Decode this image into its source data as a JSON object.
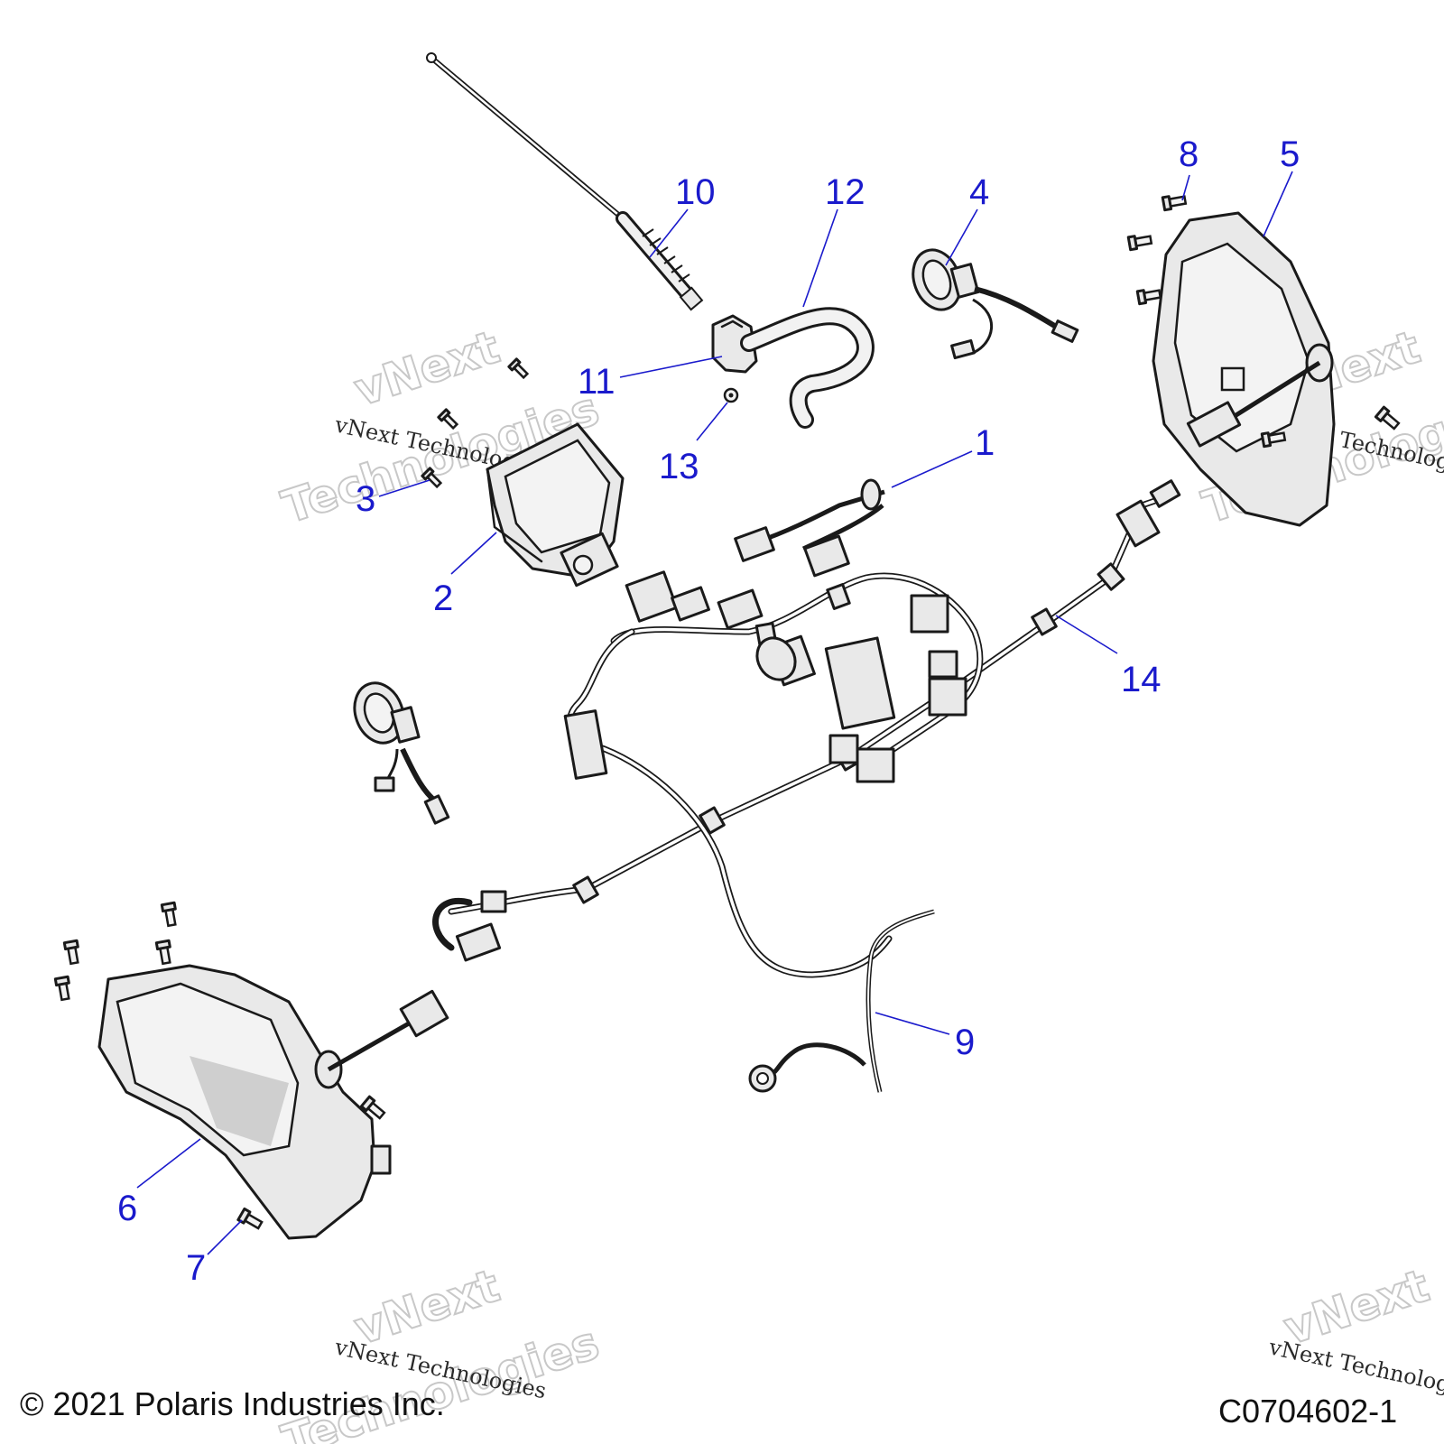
{
  "callouts": {
    "c1": "1",
    "c2": "2",
    "c3": "3",
    "c4": "4",
    "c5": "5",
    "c6": "6",
    "c7": "7",
    "c8": "8",
    "c9": "9",
    "c10": "10",
    "c11": "11",
    "c12": "12",
    "c13": "13",
    "c14": "14"
  },
  "watermark": {
    "big_line1": "vNext",
    "big_line2": "Technologies",
    "small": "vNext Technologies"
  },
  "footer": {
    "copyright": "© 2021 Polaris Industries Inc.",
    "drawing_number": "C0704602-1"
  },
  "colors": {
    "callout": "#1a1acc"
  }
}
